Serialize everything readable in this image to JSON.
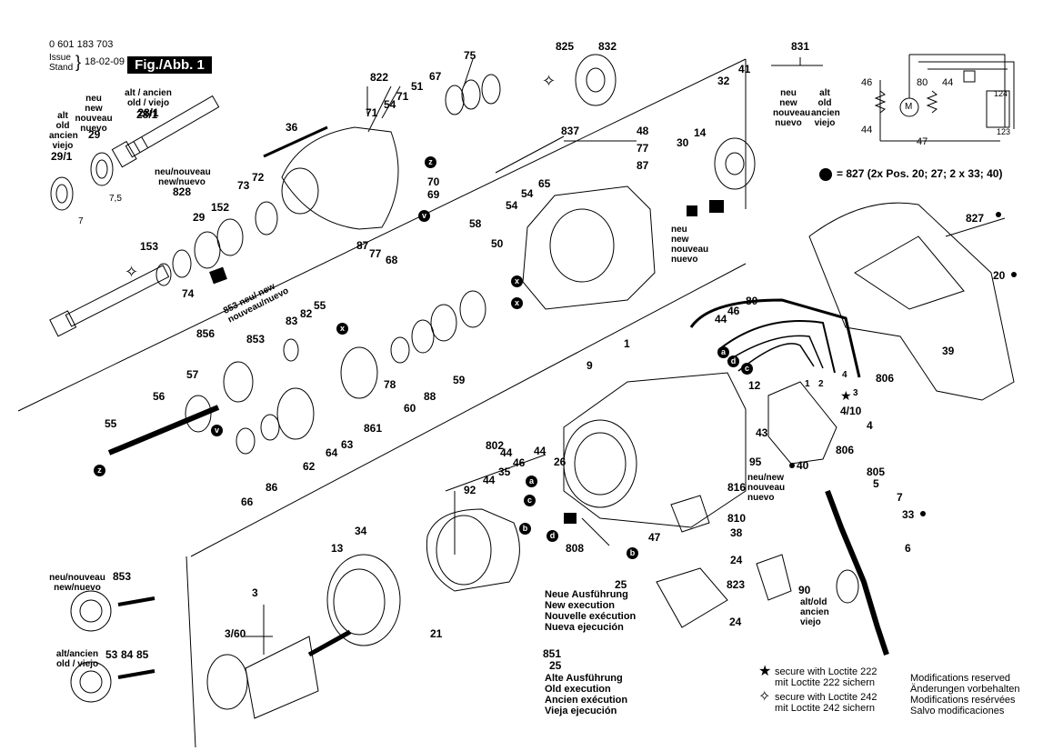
{
  "header": {
    "part_number": "0 601 183 703",
    "issue_label": "Issue",
    "stand_label": "Stand",
    "issue_date": "18-02-09",
    "figure_label": "Fig./Abb. 1"
  },
  "legend": {
    "note_827": "= 827 (2x Pos. 20; 27; 2 x 33; 40)",
    "new_execution": [
      "Neue Ausführung",
      "New execution",
      "Nouvelle exécution",
      "Nueva ejecución"
    ],
    "old_execution": [
      "Alte Ausführung",
      "Old execution",
      "Ancien exécution",
      "Vieja ejecución"
    ],
    "loctite_222": [
      "secure with Loctite 222",
      "mit Loctite 222 sichern"
    ],
    "loctite_242": [
      "secure with Loctite 242",
      "mit Loctite 242 sichern"
    ],
    "modifications": [
      "Modifications reserved",
      "Änderungen vorbehalten",
      "Modifications resérvées",
      "Salvo modificaciones"
    ]
  },
  "variant_labels": {
    "alt_old_ancien_viejo": [
      "alt",
      "old",
      "ancien",
      "viejo"
    ],
    "neu_new_nouveau_nuevo": [
      "neu",
      "new",
      "nouveau",
      "nuevo"
    ],
    "alt_ancien_old_viejo_28": [
      "alt / ancien",
      "old / viejo",
      "28/1"
    ],
    "neu_nouveau_new_nuevo_828": [
      "neu/nouveau",
      "new/nuevo",
      "828"
    ],
    "neu_new_853_top": [
      "853 neu/ new",
      "nouveau/nuevo"
    ],
    "neu_nouveau_853": [
      "neu/nouveau",
      "new/nuevo"
    ],
    "alt_ancien_bottom": [
      "alt/ancien",
      "old / viejo"
    ],
    "neu_new_816": [
      "neu/new",
      "nouveau",
      "nuevo"
    ],
    "alt_old_90": [
      "alt/old",
      "ancien",
      "viejo"
    ]
  },
  "part_numbers": [
    {
      "id": "p29_1",
      "text": "29/1"
    },
    {
      "id": "p29",
      "text": "29"
    },
    {
      "id": "p28_1",
      "text": "28/1"
    },
    {
      "id": "p7",
      "text": "7"
    },
    {
      "id": "p7_5",
      "text": "7,5"
    },
    {
      "id": "p36",
      "text": "36"
    },
    {
      "id": "p822",
      "text": "822"
    },
    {
      "id": "p71a",
      "text": "71"
    },
    {
      "id": "p54a",
      "text": "54"
    },
    {
      "id": "p71b",
      "text": "71"
    },
    {
      "id": "p51",
      "text": "51"
    },
    {
      "id": "p67",
      "text": "67"
    },
    {
      "id": "p75",
      "text": "75"
    },
    {
      "id": "p825",
      "text": "825"
    },
    {
      "id": "p832",
      "text": "832"
    },
    {
      "id": "p831",
      "text": "831"
    },
    {
      "id": "p41",
      "text": "41"
    },
    {
      "id": "p32",
      "text": "32"
    },
    {
      "id": "p837",
      "text": "837"
    },
    {
      "id": "p48",
      "text": "48"
    },
    {
      "id": "p77a",
      "text": "77"
    },
    {
      "id": "p87a",
      "text": "87"
    },
    {
      "id": "p30",
      "text": "30"
    },
    {
      "id": "p14",
      "text": "14"
    },
    {
      "id": "p70",
      "text": "70"
    },
    {
      "id": "p69",
      "text": "69"
    },
    {
      "id": "p87b",
      "text": "87"
    },
    {
      "id": "p77b",
      "text": "77"
    },
    {
      "id": "p68",
      "text": "68"
    },
    {
      "id": "p73",
      "text": "73"
    },
    {
      "id": "p72",
      "text": "72"
    },
    {
      "id": "p152",
      "text": "152"
    },
    {
      "id": "p29b",
      "text": "29"
    },
    {
      "id": "p153",
      "text": "153"
    },
    {
      "id": "p74",
      "text": "74"
    },
    {
      "id": "p58",
      "text": "58"
    },
    {
      "id": "p54b",
      "text": "54"
    },
    {
      "id": "p54c",
      "text": "54"
    },
    {
      "id": "p65",
      "text": "65"
    },
    {
      "id": "p50",
      "text": "50"
    },
    {
      "id": "p55a",
      "text": "55"
    },
    {
      "id": "p83",
      "text": "83"
    },
    {
      "id": "p82",
      "text": "82"
    },
    {
      "id": "p856",
      "text": "856"
    },
    {
      "id": "p853",
      "text": "853"
    },
    {
      "id": "p57",
      "text": "57"
    },
    {
      "id": "p56",
      "text": "56"
    },
    {
      "id": "p78",
      "text": "78"
    },
    {
      "id": "p60",
      "text": "60"
    },
    {
      "id": "p88",
      "text": "88"
    },
    {
      "id": "p59",
      "text": "59"
    },
    {
      "id": "p861",
      "text": "861"
    },
    {
      "id": "p64",
      "text": "64"
    },
    {
      "id": "p63",
      "text": "63"
    },
    {
      "id": "p62",
      "text": "62"
    },
    {
      "id": "p55b",
      "text": "55"
    },
    {
      "id": "p66",
      "text": "66"
    },
    {
      "id": "p86",
      "text": "86"
    },
    {
      "id": "p827",
      "text": "827"
    },
    {
      "id": "p20",
      "text": "20"
    },
    {
      "id": "p39",
      "text": "39"
    },
    {
      "id": "p80",
      "text": "80"
    },
    {
      "id": "p46a",
      "text": "46"
    },
    {
      "id": "p44a",
      "text": "44"
    },
    {
      "id": "p1",
      "text": "1"
    },
    {
      "id": "p9",
      "text": "9"
    },
    {
      "id": "p12",
      "text": "12"
    },
    {
      "id": "w1",
      "text": "1"
    },
    {
      "id": "w2",
      "text": "2"
    },
    {
      "id": "w4",
      "text": "4"
    },
    {
      "id": "w3",
      "text": "3"
    },
    {
      "id": "p806a",
      "text": "806"
    },
    {
      "id": "p4_10",
      "text": "4/10"
    },
    {
      "id": "p4",
      "text": "4"
    },
    {
      "id": "p43",
      "text": "43"
    },
    {
      "id": "p95",
      "text": "95"
    },
    {
      "id": "p806b",
      "text": "806"
    },
    {
      "id": "p40",
      "text": "40"
    },
    {
      "id": "p805",
      "text": "805"
    },
    {
      "id": "p5",
      "text": "5"
    },
    {
      "id": "p7b",
      "text": "7"
    },
    {
      "id": "p33",
      "text": "33"
    },
    {
      "id": "p6",
      "text": "6"
    },
    {
      "id": "p26",
      "text": "26"
    },
    {
      "id": "p802",
      "text": "802"
    },
    {
      "id": "p44b",
      "text": "44"
    },
    {
      "id": "p46b",
      "text": "46"
    },
    {
      "id": "p44c",
      "text": "44"
    },
    {
      "id": "p92",
      "text": "92"
    },
    {
      "id": "p44d",
      "text": "44"
    },
    {
      "id": "p35",
      "text": "35"
    },
    {
      "id": "p816",
      "text": "816"
    },
    {
      "id": "p810",
      "text": "810"
    },
    {
      "id": "p38",
      "text": "38"
    },
    {
      "id": "p47",
      "text": "47"
    },
    {
      "id": "p808",
      "text": "808"
    },
    {
      "id": "p24a",
      "text": "24"
    },
    {
      "id": "p823",
      "text": "823"
    },
    {
      "id": "p24b",
      "text": "24"
    },
    {
      "id": "p25a",
      "text": "25"
    },
    {
      "id": "p90",
      "text": "90"
    },
    {
      "id": "p34",
      "text": "34"
    },
    {
      "id": "p13",
      "text": "13"
    },
    {
      "id": "p3",
      "text": "3"
    },
    {
      "id": "p3_60",
      "text": "3/60"
    },
    {
      "id": "p21",
      "text": "21"
    },
    {
      "id": "p851",
      "text": "851"
    },
    {
      "id": "p25b",
      "text": "25"
    },
    {
      "id": "p853b",
      "text": "853"
    },
    {
      "id": "p53",
      "text": "53"
    },
    {
      "id": "p84",
      "text": "84"
    },
    {
      "id": "p85",
      "text": "85"
    },
    {
      "id": "s46",
      "text": "46"
    },
    {
      "id": "s44",
      "text": "44"
    },
    {
      "id": "s80",
      "text": "80"
    },
    {
      "id": "s44b",
      "text": "44"
    },
    {
      "id": "s47",
      "text": "47"
    },
    {
      "id": "s124",
      "text": "124"
    },
    {
      "id": "s123",
      "text": "123"
    },
    {
      "id": "sM",
      "text": "M"
    }
  ],
  "connector_letters": [
    {
      "id": "cz1",
      "text": "z"
    },
    {
      "id": "cv1",
      "text": "v"
    },
    {
      "id": "cx1",
      "text": "x"
    },
    {
      "id": "cx2",
      "text": "x"
    },
    {
      "id": "cx3",
      "text": "x"
    },
    {
      "id": "cv2",
      "text": "v"
    },
    {
      "id": "cz2",
      "text": "z"
    },
    {
      "id": "ca1",
      "text": "a"
    },
    {
      "id": "cd1",
      "text": "d"
    },
    {
      "id": "cc1",
      "text": "c"
    },
    {
      "id": "ca2",
      "text": "a"
    },
    {
      "id": "cc2",
      "text": "c"
    },
    {
      "id": "cb1",
      "text": "b"
    },
    {
      "id": "cd2",
      "text": "d"
    },
    {
      "id": "cb2",
      "text": "b"
    }
  ]
}
